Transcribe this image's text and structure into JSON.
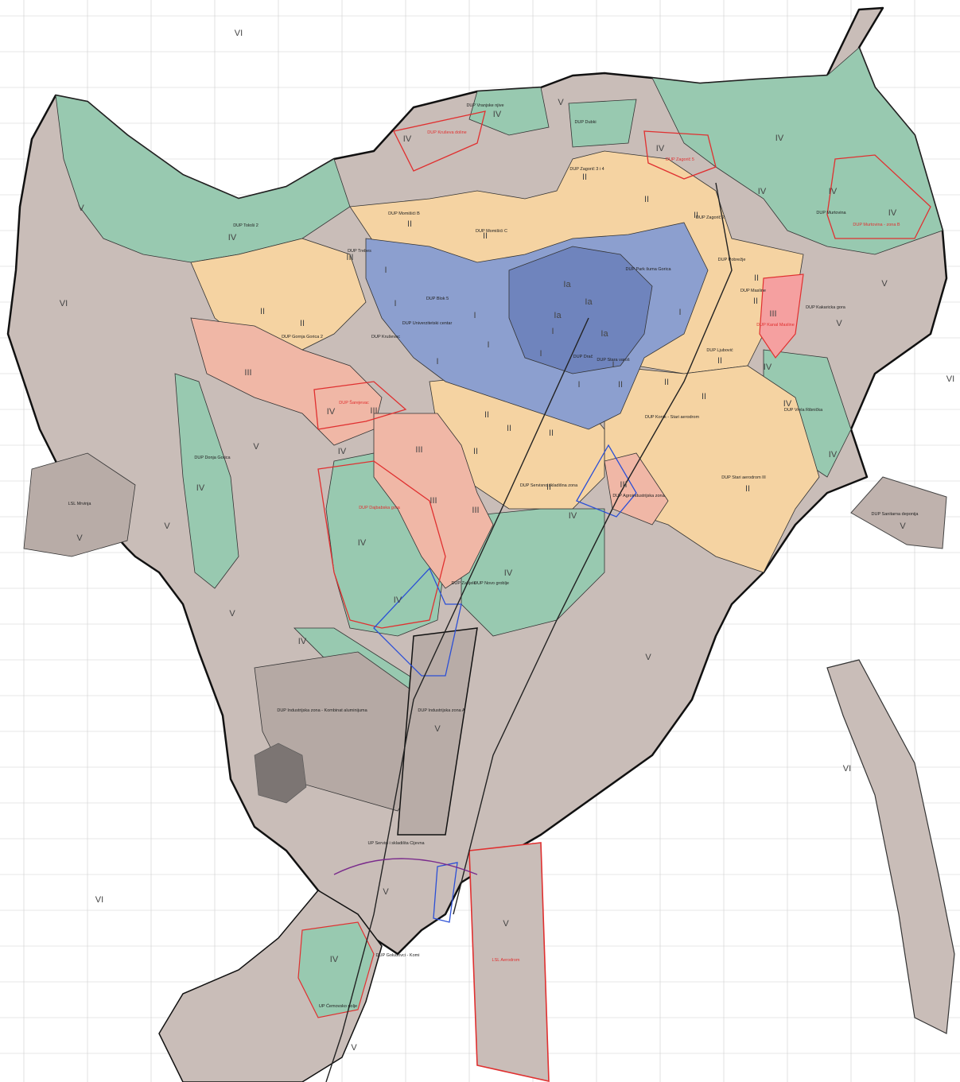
{
  "colors": {
    "zone_I": "#8c9fcf",
    "zone_Ia": "#6f84bd",
    "zone_II": "#f5d3a2",
    "zone_III": "#f0b7a6",
    "zone_IV": "#98c9b0",
    "zone_V": "#c9bdb8",
    "zone_VI": "#eeeeee",
    "boundary": "#111111",
    "plan_red": "#e03030",
    "plan_blue": "#2b4fd6"
  },
  "zone_numerals": {
    "I": "I",
    "Ia": "Ia",
    "II": "II",
    "III": "III",
    "IV": "IV",
    "V": "V",
    "VI": "VI"
  },
  "plans": {
    "trebes": "DUP Trebes",
    "momisici_b": "DUP Momišići B",
    "momisici_c": "DUP Momišići C",
    "park_suma": "DUP Park šuma Gorica",
    "pobrezje": "DUP Pobrežje",
    "kakaricka_gora": "DUP Kakaricka gora",
    "zagoric": "DUP Zagorič 2",
    "dajbabska_gora": "DUP Dajbabska gora",
    "zabjelo": "DUP Zabjelo",
    "novo_groblje": "DUP Novo groblje",
    "industrijska_zona": "DUP Industrijska zona A",
    "stari_aerodrom": "DUP Stari aerodrom III",
    "agroindustrijska": "DUP Agroindustrijska zona",
    "servisno_skladisna": "DUP Servisno skladišna zona",
    "sanitarna_deponija": "DUP Sanitarna deponija",
    "donja_gorica": "DUP Donja Gorica",
    "mrvinja": "LSL Mrvinja",
    "aerodrom": "LSL Aerodrom",
    "cijevna": "UP Servisi i skladišta Cijevna",
    "tolosi": "DUP Tološi 2",
    "kruševac": "DUP Kruševac",
    "blok": "DUP Blok 5",
    "univerzitetski": "DUP Univerzitetski centar",
    "stara_varos": "DUP Stara varoš",
    "drac": "DUP Drač",
    "konik": "DUP Konik - Stari aerodrom",
    "vrela_ribnicka": "DUP Vrela Ribnička",
    "ljubovic": "DUP Ljubović",
    "masline": "DUP Masline",
    "kanal_masline": "DUP Kanal Masline",
    "murtovina": "DUP Murtovina",
    "murtovina_zona": "DUP Murtovina - zona B",
    "zagoric_5": "DUP Zagorič 5",
    "dubki": "DUP Dubki",
    "vranjske_njive": "DUP Vranjske njive",
    "kruseva_doline": "DUP Kruševa doline",
    "gornja_gorica": "DUP Gornja Gorica 2",
    "zagoric_zona_a": "DUP Zagorič 3 i 4",
    "industrijska_kombinat": "DUP Industrijska zona - Kombinat aluminijuma",
    "golubovci": "DUP Golubovci - Komi",
    "sarejevac": "DUP Šarejevac",
    "dahna": "UP Ćemovsko polje"
  }
}
